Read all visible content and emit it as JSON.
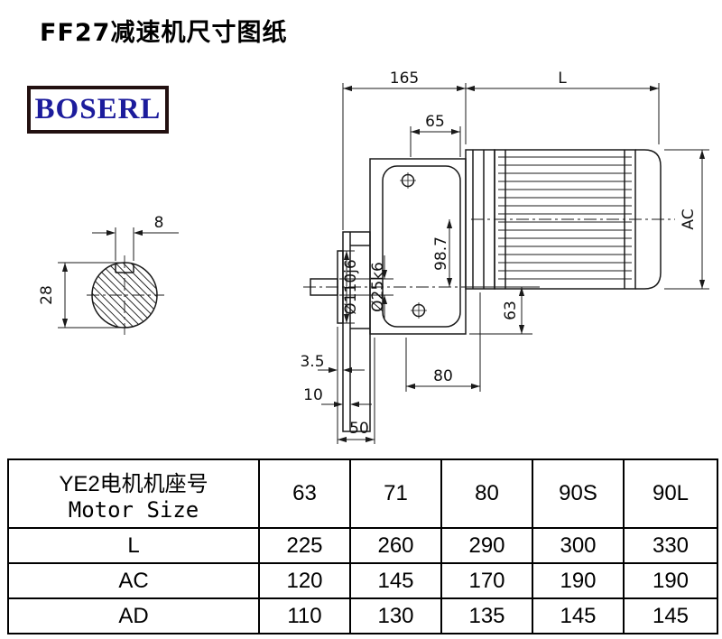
{
  "page": {
    "title": "FF27减速机尺寸图纸",
    "brand": "BOSERL"
  },
  "drawing": {
    "dims": {
      "d165": "165",
      "dL": "L",
      "d65": "65",
      "dAC": "AC",
      "d8": "8",
      "d28": "28",
      "d110": "Ø110j6",
      "d25": "Ø25k6",
      "d98_7": "98.7",
      "d63": "63",
      "d3_5": "3.5",
      "d80": "80",
      "d10": "10",
      "d50": "50"
    }
  },
  "table": {
    "header": {
      "col1_line1": "YE2电机机座号",
      "col1_line2": "Motor Size",
      "sizes": [
        "63",
        "71",
        "80",
        "90S",
        "90L"
      ]
    },
    "rows": [
      {
        "label": "L",
        "values": [
          "225",
          "260",
          "290",
          "300",
          "330"
        ]
      },
      {
        "label": "AC",
        "values": [
          "120",
          "145",
          "170",
          "190",
          "190"
        ]
      },
      {
        "label": "AD",
        "values": [
          "110",
          "130",
          "135",
          "145",
          "145"
        ]
      }
    ]
  }
}
